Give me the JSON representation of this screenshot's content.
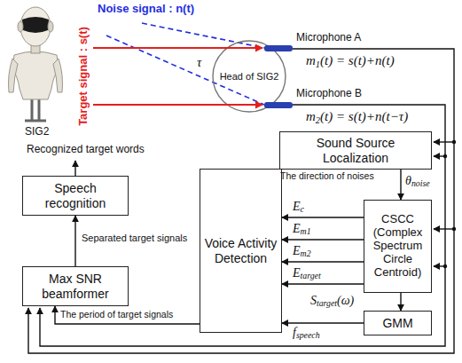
{
  "diagram": {
    "nodes": [
      {
        "text": [
          "Sound Source Localization"
        ]
      },
      {
        "text": [
          "Speech recognition"
        ]
      },
      {
        "text": [
          "Voice Activity Detection"
        ]
      },
      {
        "text": [
          "CSCC (Complex Spectrum Circle Centroid)"
        ]
      },
      {
        "text": [
          "Max SNR beamformer"
        ]
      },
      {
        "text": [
          "GMM"
        ]
      }
    ],
    "edges": [
      {
        "from": 0,
        "to": 3,
        "arrow": "to",
        "label": "θnoise"
      },
      {
        "from": 3,
        "to": 2,
        "arrow": "to",
        "label": "Ec"
      },
      {
        "from": 3,
        "to": 2,
        "arrow": "to",
        "label": "Em1"
      },
      {
        "from": 3,
        "to": 2,
        "arrow": "to",
        "label": "Em2"
      },
      {
        "from": 3,
        "to": 2,
        "arrow": "to",
        "label": "Etarget"
      },
      {
        "from": 3,
        "to": 5,
        "arrow": "to",
        "label": "Starget(ω)"
      },
      {
        "from": 5,
        "to": 2,
        "arrow": "to",
        "label": "fspeech"
      },
      {
        "from": 2,
        "to": 4,
        "arrow": "to",
        "label": "The period of target signals"
      },
      {
        "from": 4,
        "to": 1,
        "arrow": "to",
        "label": "Separated target signals"
      }
    ],
    "labels": [
      "SIG2",
      "Target signal : s(t)",
      "Noise signal : n(t)",
      "Microphone A",
      "Microphone B",
      "Head of SIG2",
      "τ",
      "m1(t) = s(t)+n(t)",
      "m2(t) = s(t)+n(t−τ)",
      "The direction of noises",
      "Recognized target words"
    ]
  }
}
